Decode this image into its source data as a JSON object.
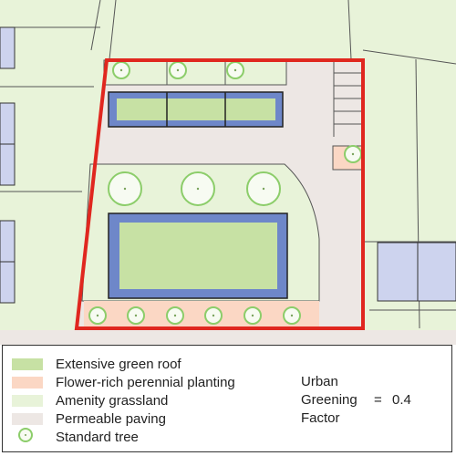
{
  "legend": {
    "items": [
      {
        "label": "Extensive green roof",
        "color": "#c7e1a4"
      },
      {
        "label": "Flower-rich perennial planting",
        "color": "#fbd7c4"
      },
      {
        "label": "Amenity grassland",
        "color": "#e8f3d9"
      },
      {
        "label": "Permeable paving",
        "color": "#ede7e4"
      },
      {
        "label": "Standard tree",
        "icon": "tree-circle-icon"
      }
    ]
  },
  "ugf": {
    "line1": "Urban",
    "line2_label": "Greening",
    "equals": "=",
    "value": "0.4",
    "line3": "Factor"
  },
  "colors": {
    "background_land": "#e8f3d9",
    "building_fill": "#cdd3ee",
    "roof_border": "#6e87c9",
    "green_roof": "#c7e1a4",
    "paving": "#ede7e4",
    "planting": "#fbd7c4",
    "site_boundary": "#e0271f",
    "tree_ring": "#8ccd6a"
  }
}
